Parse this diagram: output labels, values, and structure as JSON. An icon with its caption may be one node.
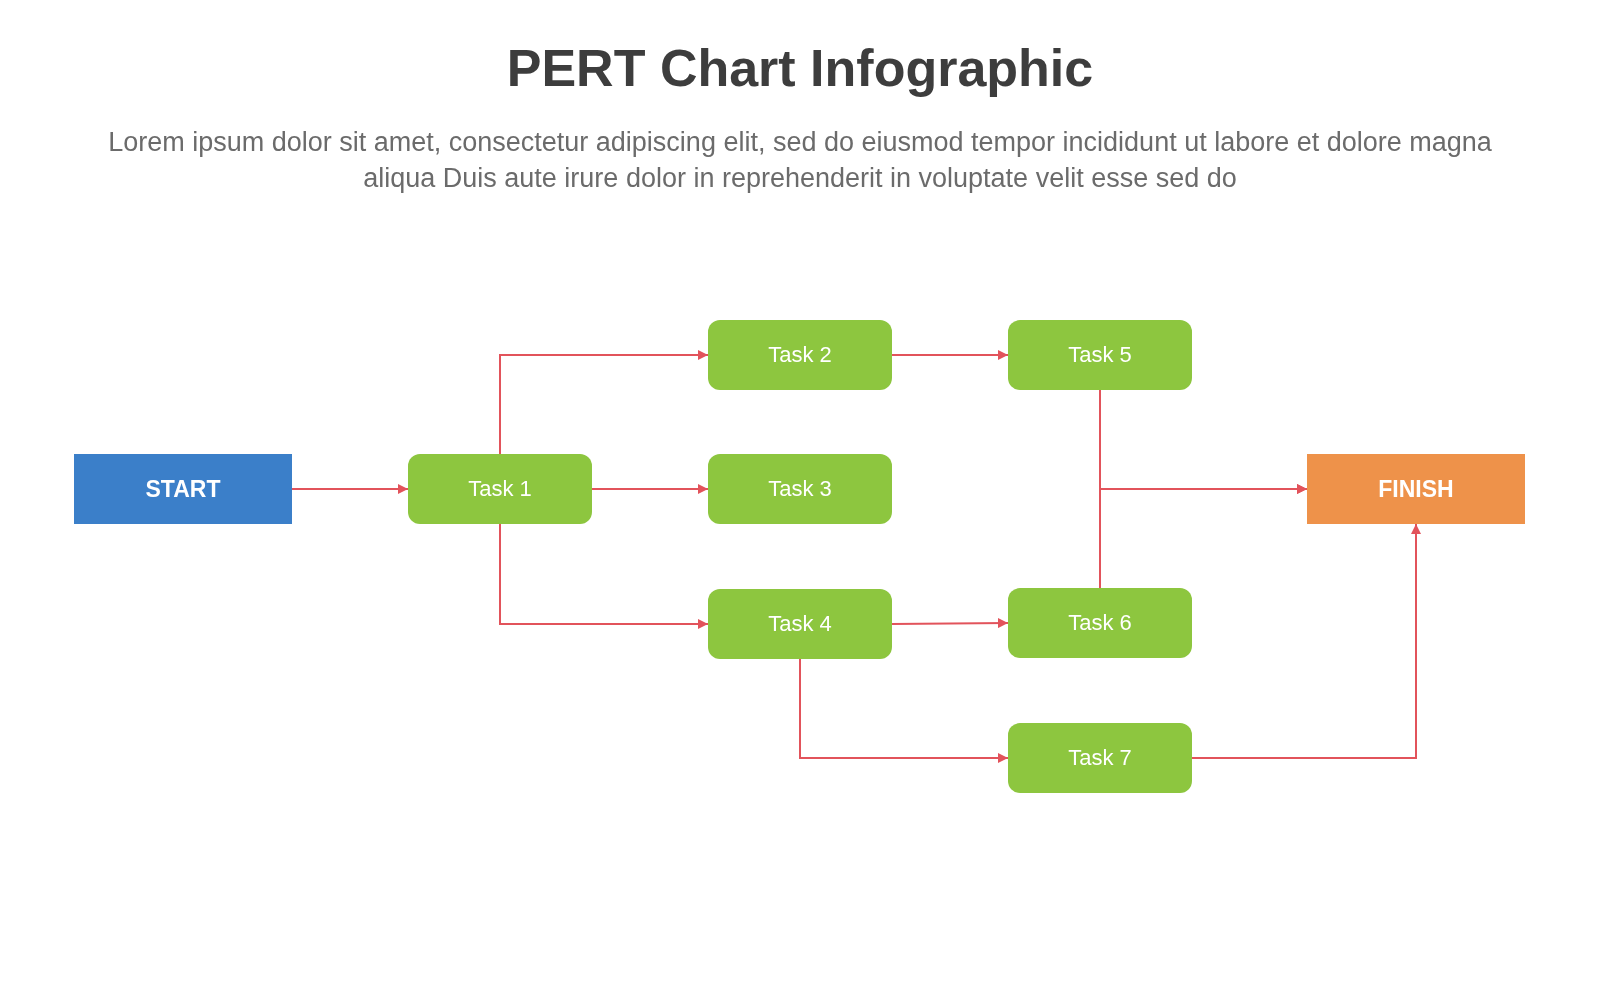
{
  "diagram": {
    "title": "PERT Chart Infographic",
    "caption": "Lorem ipsum dolor sit amet, consectetur adipiscing elit, sed do eiusmod tempor incididunt ut labore et dolore magna aliqua Duis aute irure dolor in reprehenderit in voluptate velit esse sed do",
    "nodes": [
      {
        "text": [
          "START"
        ]
      },
      {
        "text": [
          "Task 1"
        ]
      },
      {
        "text": [
          "Task 2"
        ]
      },
      {
        "text": [
          "Task 3"
        ]
      },
      {
        "text": [
          "Task 4"
        ]
      },
      {
        "text": [
          "Task 5"
        ]
      },
      {
        "text": [
          "Task 6"
        ]
      },
      {
        "text": [
          "Task 7"
        ]
      },
      {
        "text": [
          "FINISH"
        ]
      }
    ],
    "edges": [
      {
        "from": 0,
        "to": 1,
        "arrow": "to"
      },
      {
        "from": 1,
        "to": 2,
        "arrow": "to"
      },
      {
        "from": 1,
        "to": 3,
        "arrow": "to"
      },
      {
        "from": 1,
        "to": 4,
        "arrow": "to"
      },
      {
        "from": 2,
        "to": 5,
        "arrow": "to"
      },
      {
        "from": 4,
        "to": 6,
        "arrow": "to"
      },
      {
        "from": 4,
        "to": 7,
        "arrow": "to"
      },
      {
        "from": 5,
        "to": 8,
        "arrow": "to"
      },
      {
        "from": 6,
        "to": 8,
        "arrow": "to"
      },
      {
        "from": 7,
        "to": 8,
        "arrow": "to"
      }
    ]
  }
}
